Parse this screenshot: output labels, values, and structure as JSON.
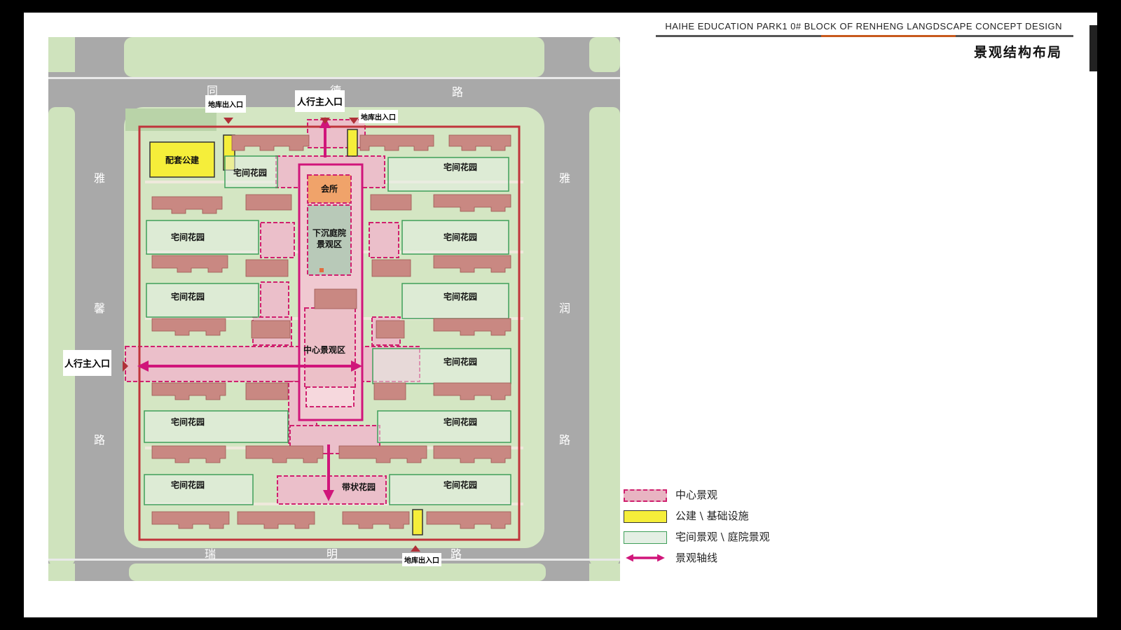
{
  "header": {
    "title": "HAIHE EDUCATION PARK1 0# BLOCK OF RENHENG LANGDSCAPE CONCEPT DESIGN",
    "section_title": "景观结构布局"
  },
  "roads": {
    "north": [
      "同",
      "德",
      "路"
    ],
    "south": [
      "瑞",
      "明",
      "路"
    ],
    "west": [
      "雅",
      "馨",
      "路"
    ],
    "east": [
      "雅",
      "润",
      "路"
    ]
  },
  "entrances": {
    "pedestrian_north": "人行主入口",
    "pedestrian_west": "人行主入口",
    "garage_nw": "地库出入口",
    "garage_ne": "地库出入口",
    "garage_south": "地库出入口"
  },
  "zones": {
    "public_building": "配套公建",
    "clubhouse": "会所",
    "sunken_courtyard": "下沉庭院景观区",
    "central_landscape": "中心景观区",
    "strip_garden": "带状花园",
    "garden": "宅间花园"
  },
  "legend": [
    {
      "label": "中心景观",
      "color": "#e8b4c2",
      "border": "#d0206f",
      "style": "dashed"
    },
    {
      "label": "公建 \\ 基础设施",
      "color": "#f5ee3a",
      "border": "#333333",
      "style": "solid"
    },
    {
      "label": "宅间景观 \\ 庭院景观",
      "color": "#e4efe4",
      "border": "#3f9f5a",
      "style": "solid"
    },
    {
      "label": "景观轴线",
      "color": "#d0157a",
      "style": "arrow"
    }
  ],
  "colors": {
    "boundary": "#c0343b",
    "axis": "#d0157a",
    "building": "#c98882",
    "grass": "#cfe3bd",
    "road": "#a9a9a9"
  }
}
